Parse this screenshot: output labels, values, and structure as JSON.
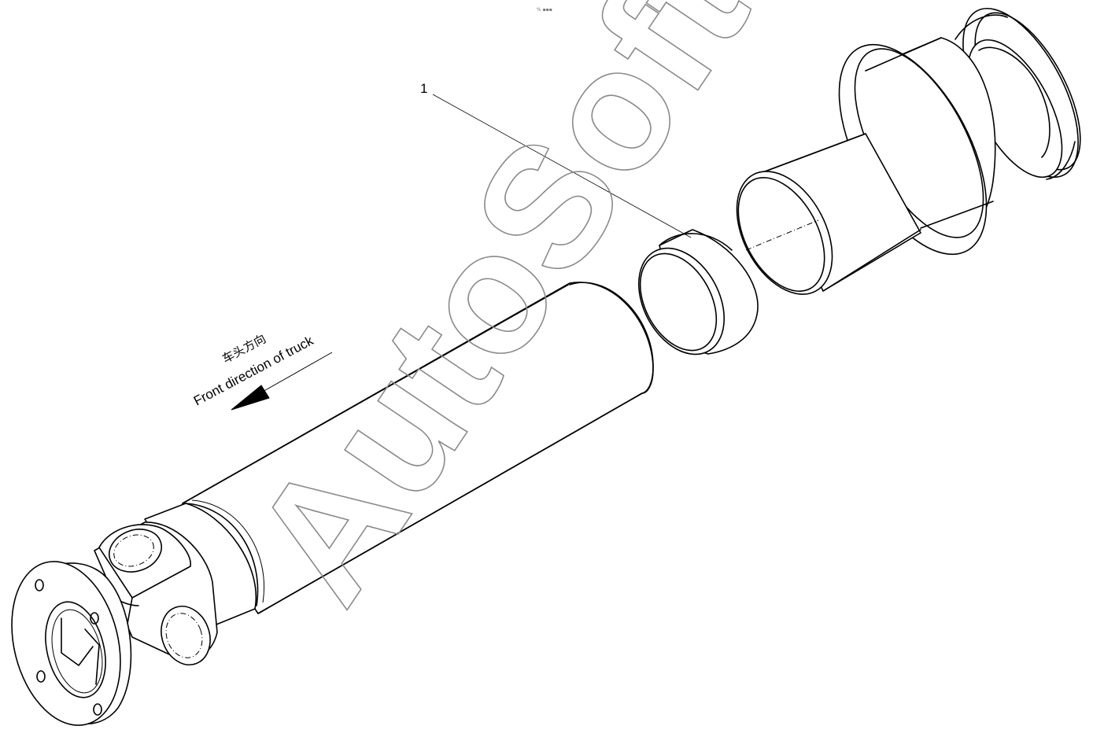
{
  "diagram": {
    "callout_number": "1",
    "direction_label_cn": "车头方向",
    "direction_label_en": "Front direction of truck",
    "watermark_text": "AutoSoft",
    "corner_mark": "% ▪▪▪",
    "colors": {
      "line": "#000000",
      "watermark": "#8a8a8a",
      "background": "#ffffff"
    }
  }
}
